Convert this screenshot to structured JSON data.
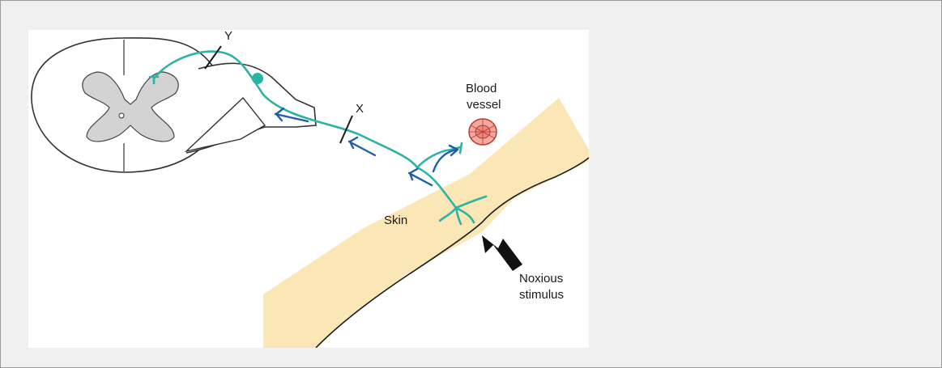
{
  "colors": {
    "page_background": "#f0f0f0",
    "figure_background": "#ffffff",
    "skin_fill": "#fbe6b5",
    "nerve": "#2bb3a3",
    "arrow": "#1f5fa8",
    "vessel_fill": "#f2a9a0",
    "vessel_stroke": "#c0392b",
    "cord_gray": "#d3d3d3",
    "stimulus_arrow": "#111111"
  },
  "labels": {
    "y_mark": "Y",
    "x_mark": "X",
    "blood": "Blood",
    "vessel": "vessel",
    "skin": "Skin",
    "noxious": "Noxious",
    "stimulus": "stimulus"
  }
}
